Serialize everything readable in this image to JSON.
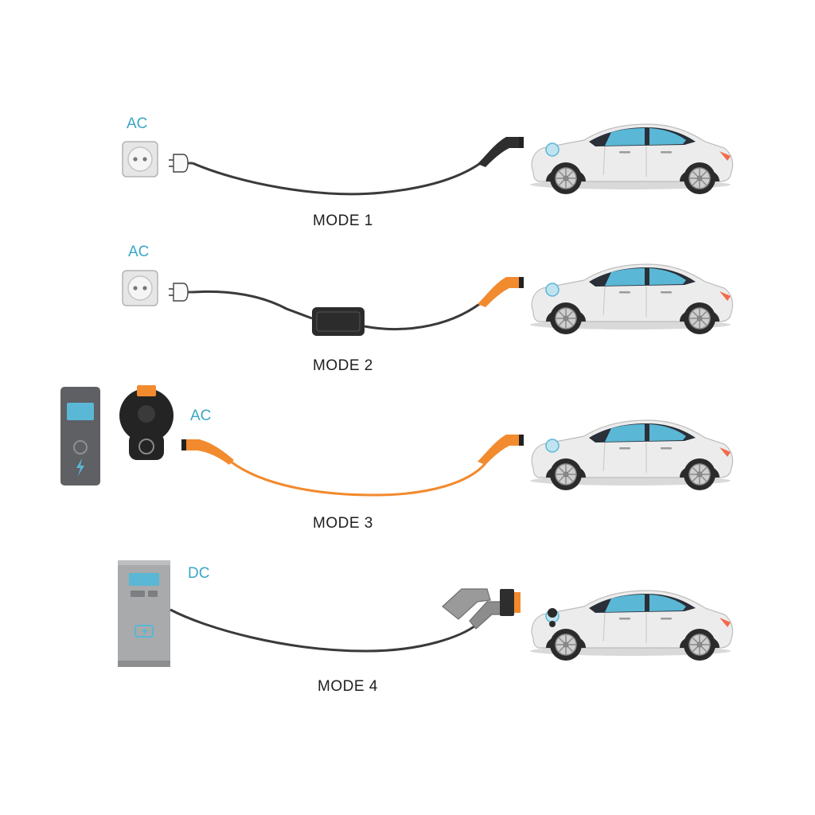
{
  "colors": {
    "accent_blue": "#3aa7c4",
    "cable_dark": "#3a3a3a",
    "cable_orange": "#f28a2e",
    "car_body": "#ececec",
    "car_window": "#2a2f38",
    "screen_blue": "#5ab7d6",
    "charger_gray": "#5e6064",
    "dc_pillar": "#a9aaac"
  },
  "rows": [
    {
      "current": "AC",
      "mode": "MODE 1"
    },
    {
      "current": "AC",
      "mode": "MODE 2"
    },
    {
      "current": "AC",
      "mode": "MODE 3"
    },
    {
      "current": "DC",
      "mode": "MODE 4"
    }
  ],
  "icons": {
    "wall_socket": "wall-socket-icon",
    "plug": "plug-icon",
    "control_box": "control-box-icon",
    "wallbox": "wallbox-icon",
    "charging_socket": "charging-socket-icon",
    "ac_connector": "type2-connector-icon",
    "dc_station": "dc-charging-station-icon",
    "dc_connector": "ccs-connector-icon",
    "car": "electric-car-icon"
  }
}
